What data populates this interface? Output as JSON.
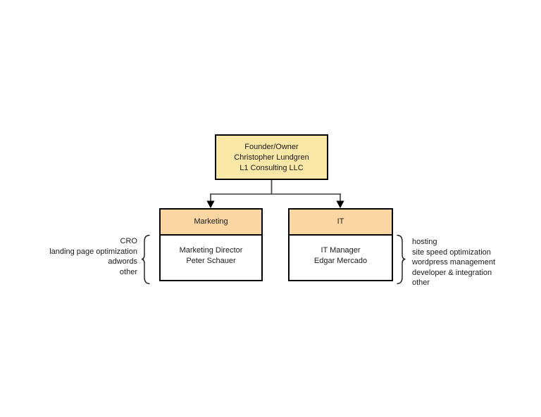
{
  "diagram": {
    "founder": {
      "lines": [
        "Founder/Owner",
        "Christopher Lundgren",
        "L1 Consulting LLC"
      ]
    },
    "marketing": {
      "title": "Marketing",
      "lines": [
        "Marketing Director",
        "Peter Schauer"
      ]
    },
    "it": {
      "title": "IT",
      "lines": [
        "IT Manager",
        "Edgar Mercado"
      ]
    },
    "left_services": {
      "items": [
        "CRO",
        "landing page optimization",
        "adwords",
        "other"
      ]
    },
    "right_services": {
      "items": [
        "hosting",
        "site speed optimization",
        "wordpress management",
        "developer & integration",
        "other"
      ]
    },
    "colors": {
      "founder_fill": "#FBE7A6",
      "dept_header_fill": "#FAD7A2",
      "border": "#000000",
      "connector": "#404040",
      "text": "#1a1a1a",
      "background": "#ffffff"
    }
  }
}
